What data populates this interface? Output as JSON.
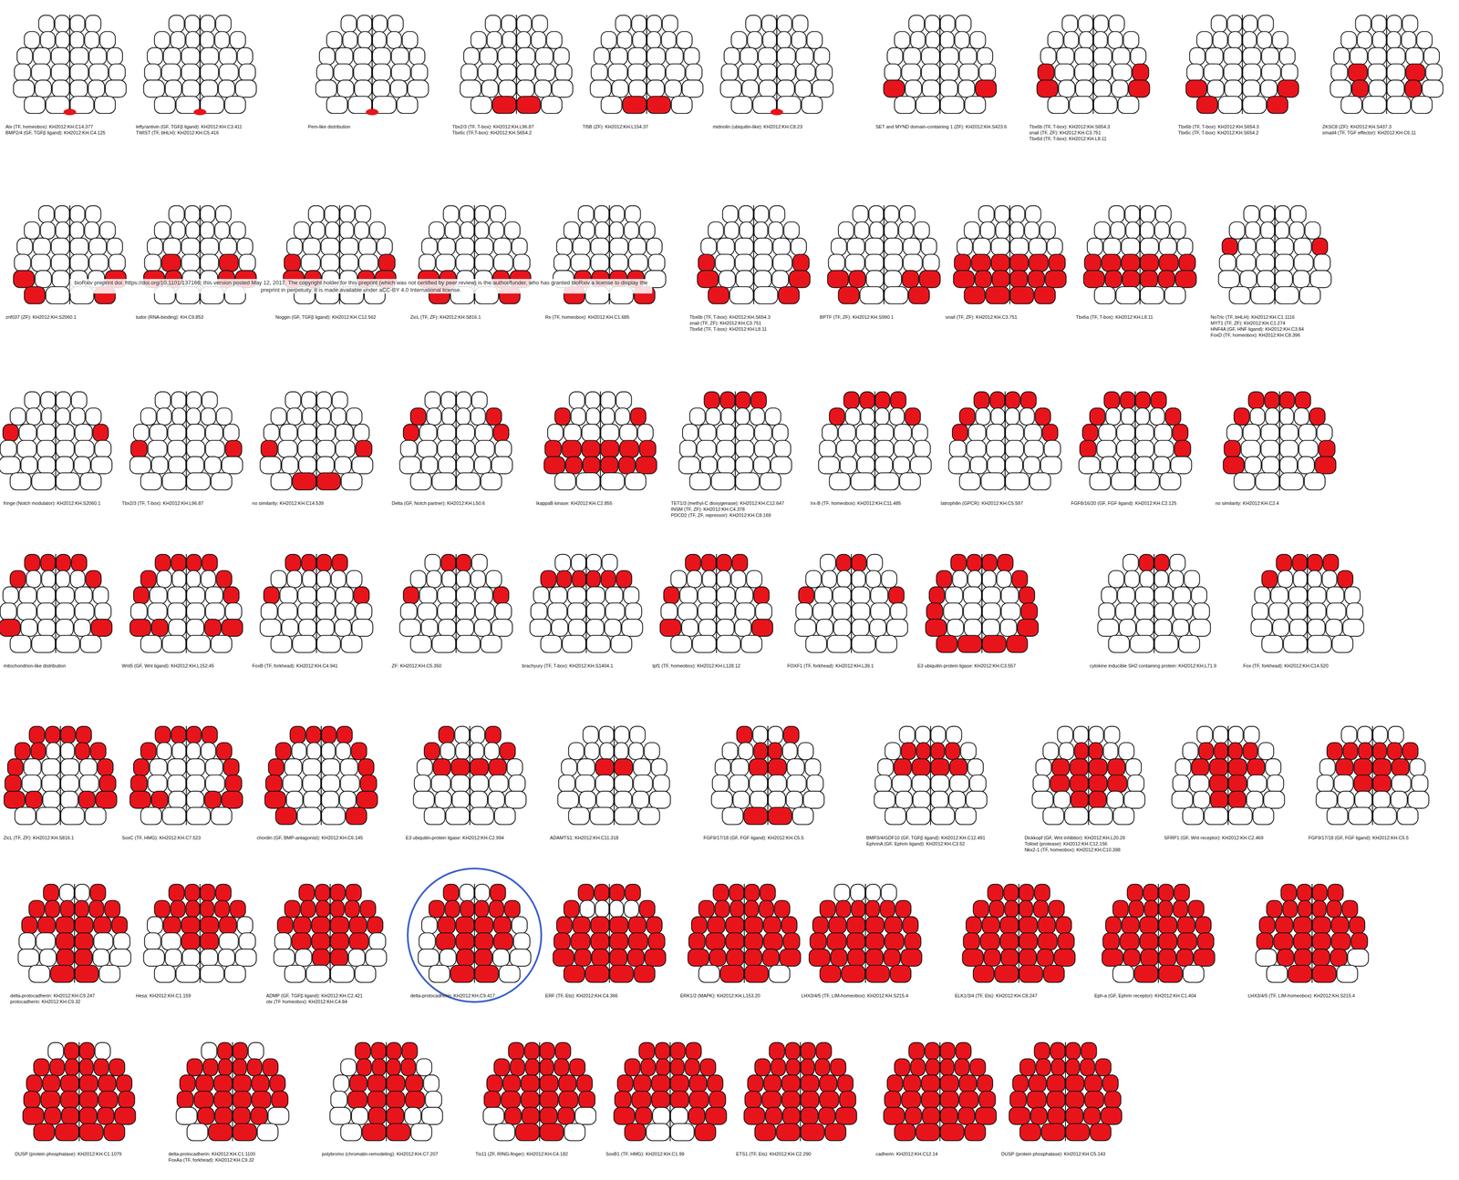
{
  "diagram": {
    "labels": [
      "Alx (TF, homeobox): KH2012:KH.C14.377",
      "BMP2/4 (GF, TGFβ ligand): KH2012:KH.C4.125",
      "lefty/antivin (GF, TGFβ ligand): KH2012:KH.C3.411",
      "TWIST (TF, bHLH): KH2012:KH.C5.416",
      "Pem-like distribution",
      "Tbx2/3 (TF, T-box): KH2012:KH.L96.87",
      "Tbx6c (TF,T-box): KH2012:KH.S654.2",
      "Tl5B (ZF): KH2012:KH.L154.37",
      "midnolin (ubiquitin-like): KH2012:KH.C8.23",
      "SET and MYND domain-containing 1 (ZF): KH2012:KH.S423.6",
      "Tbx6b (TF, T-box): KH2012:KH.S654.3",
      "snail (TF, ZF): KH2012:KH.C3.751",
      "Tbx6d (TF, T-box): KH2012:KH.L8.11",
      "Tbx6b (TF, T-box): KH2012:KH.S654.3",
      "Tbx6c (TF, T-box): KH2012:KH.S654.2",
      "ZKSC8 (ZF): KH2012:KH.S437.3",
      "smad4 (TF, TGF effector): KH2012:KH.C6.11",
      "znf037 (ZF): KH2012:KH.S2060.1",
      "tudor (RNA-binding): KH.C9.853",
      "Noggin (GF, TGFβ ligand): KH2012:KH.C12.562",
      "ZicL (TF, ZF): KH2012:KH.S816.1",
      "Rx (TF, homeobox): KH2012:KH.C1.685",
      "Tbx6b (TF, T-box): KH2012:KH.S654.3",
      "snail (TF, ZF): KH2012:KH.C3.751",
      "Tbx6d (TF, T-box): KH2012:KH.L8.11",
      "BPTF (TF, ZF): KH2012:KH.S990.1",
      "snail (TF, ZF): KH2012:KH.C3.751",
      "Tbx6a (TF, T-box): KH2012:KH.L8.11",
      "NoTrlc (TF, bHLH): KH2012:KH.C1.1116",
      "MYT1 (TF, ZF): KH2012:KH.C1.274",
      "HNF4A (GF, HNF ligand): KH2012:KH.C3.84",
      "FoxD (TF, homeobox): KH2012:KH.C8.396",
      "fringe (Notch modulator): KH2012:KH.S2060.1",
      "Tbx2/3 (TF, T-box): KH2012:KH.L96.87",
      "no similarity: KH2012:KH.C14.539",
      "Delta (GF, Notch partner): KH2012:KH.L50.6",
      "IkappaB kinase: KH2012:KH.C2.855",
      "TET1/3 (methyl-C dioxygenase): KH2012:KH.C12.647",
      "INSM (TF, ZF): KH2012:KH.C4.378",
      "PDCD2 (TF, ZF, repressor): KH2012:KH.C8.169",
      "Irx-B (TF, homeobox): KH2012:KH.C11.485",
      "latrophilin (GPCR): KH2012:KH.C5.597",
      "FGF8/16/20 (GF, FGF ligand): KH2012:KH.C2.125",
      "no similarity: KH2012:KH.C2.4",
      "mitochondrion-like distribution",
      "Wnt5 (GF, Wnt ligand): KH2012:KH.L152.45",
      "FoxB (TF, forkhead): KH2012:KH.C4.941",
      "ZF: KH2012:KH.C5.350",
      "brachyury (TF, T-box): KH2012:KH.S1404.1",
      "Ipf1 (TF, homeobox): KH2012:KH.L128.12",
      "FOXF1 (TF, forkhead): KH2012:KH.L39.1",
      "E3 ubiquitin-protein ligase: KH2012:KH.C3.557",
      "cytokine inducible SH2 containing protein: KH2012:KH.L71.9",
      "Fox (TF, forkhead): KH2012:KH.C14.520",
      "ZicL (TF, ZF): KH2012:KH.S816.1",
      "SoxC (TF, HMG): KH2012:KH.C7.523",
      "chordin (GF, BMP-antagonist): KH2012:KH.C6.145",
      "E3 ubiquitin-protein ligase: KH2012:KH.C2.994",
      "ADAMTS1: KH2012:KH.C11.318",
      "FGF9/17/18 (GF, FGF ligand): KH2012:KH.C5.5",
      "BMP3/4/GDF10 (GF, TGFβ ligand): KH2012:KH.C12.491",
      "EphrinA (GF, Ephrin ligand): KH2012:KH.C3.52",
      "Dickkopf (GF, Wnt inhibitor): KH2012:KH.L20.29",
      "Tolloid (protease): KH2012:KH.C12.156",
      "Nkx2-1 (TF, homeobox): KH2012:KH.C10.398",
      "SFRP1 (GF, Wnt receptor): KH2012:KH.C2.469",
      "FGF9/17/18 (GF, FGF ligand): KH2012:KH.C5.5",
      "delta-protocadherin: KH2012:KH.C9.247",
      "protocadherin: KH2012:KH.C9.32",
      "Hesa: KH2012:KH.C1.159",
      "ADMP (GF, TGFβ ligand): KH2012:KH.C2.421",
      "otx (TF homeobox): KH2012:KH.C4.84",
      "delta-protocadherin: KH2012:KH.C9.417",
      "ERF (TF, Ets): KH2012:KH.C4.366",
      "ERK1/2 (MAPK): KH2012:KH.L153.20",
      "LHX3/4/5 (TF, LIM-homeobox): KH2012:KH.S215.4",
      "ELK1/3/4 (TF, Ets): KH2012:KH.C8.247",
      "Eph-a (GF, Ephrin receptor): KH2012:KH.C1.404",
      "LHX3/4/5 (TF, LIM-homeobox): KH2012:KH.S215.4",
      "DUSP (protein phosphatase): KH2012:KH.C1.1079",
      "delta-protocadherin: KH2012:KH.C1.1100",
      "FoxAa (TF, forkhead): KH2012:KH.C9.32",
      "polybromo (chromatin-remodeling): KH2012:KH.C7.207",
      "Tis11 (ZF, RING-finger): KH2012:KH.C4.182",
      "SoxB1 (TF, HMG): KH2012:KH.C1.99",
      "ETS1 (TF, Ets): KH2012:KH.C2.290",
      "cadherin: KH2012:KH.C12.14",
      "DUSP (protein phosphatase): KH2012:KH.C5.143",
      "bioRxiv preprint doi: https://doi.org/10.1101/137166; this version posted May 12, 2017. The copyright holder for this preprint (which was not certified by peer review) is the author/funder, who has granted bioRxiv a license to display the preprint in perpetuity. It is made available under aCC-BY 4.0 International license."
    ]
  }
}
